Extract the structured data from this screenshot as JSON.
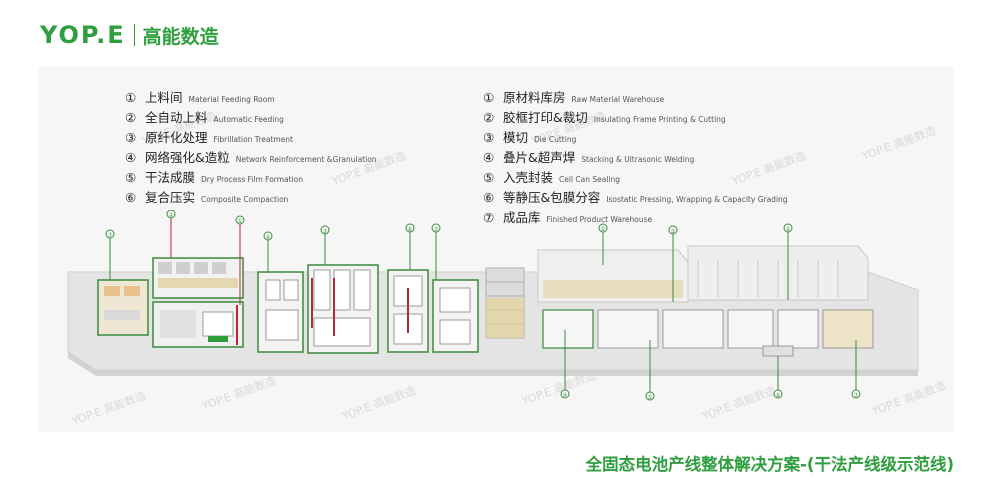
{
  "brand": {
    "logo": "YOP.E",
    "name_cn": "高能数造"
  },
  "legend_left": [
    {
      "num": "①",
      "cn": "上料间",
      "en": "Material Feeding Room"
    },
    {
      "num": "②",
      "cn": "全自动上料",
      "en": "Automatic Feeding"
    },
    {
      "num": "③",
      "cn": "原纤化处理",
      "en": "Fibrillation Treatment"
    },
    {
      "num": "④",
      "cn": "网络强化&造粒",
      "en": "Network Reinforcement &Granulation"
    },
    {
      "num": "⑤",
      "cn": "干法成膜",
      "en": "Dry Process Film Formation"
    },
    {
      "num": "⑥",
      "cn": "复合压实",
      "en": "Composite Compaction"
    }
  ],
  "legend_right": [
    {
      "num": "①",
      "cn": "原材料库房",
      "en": "Raw Material Warehouse"
    },
    {
      "num": "②",
      "cn": "胶框打印&裁切",
      "en": "Insulating Frame Printing & Cutting"
    },
    {
      "num": "③",
      "cn": "模切",
      "en": "Die Cutting"
    },
    {
      "num": "④",
      "cn": "叠片&超声焊",
      "en": "Stacking & Ultrasonic Welding"
    },
    {
      "num": "⑤",
      "cn": "入壳封装",
      "en": "Cell Can Sealing"
    },
    {
      "num": "⑥",
      "cn": "等静压&包膜分容",
      "en": "Isostatic Pressing, Wrapping & Capacity Grading"
    },
    {
      "num": "⑦",
      "cn": "成品库",
      "en": "Finished Product Warehouse"
    }
  ],
  "callouts_top_left": [
    "⑦",
    "②",
    "①",
    "④",
    "③",
    "⑥",
    "⑦"
  ],
  "callouts_top_right": [
    "①",
    "③",
    "②"
  ],
  "callouts_bottom": [
    "④",
    "⑤",
    "⑥",
    "⑦"
  ],
  "watermark": "YOP.E 高能数造",
  "footer_title": "全固态电池产线整体解决方案-(干法产线级示范线)",
  "colors": {
    "brand_green": "#2f9e3f",
    "zone_green": "#3a8a3c",
    "marker_red": "#b5283a"
  }
}
